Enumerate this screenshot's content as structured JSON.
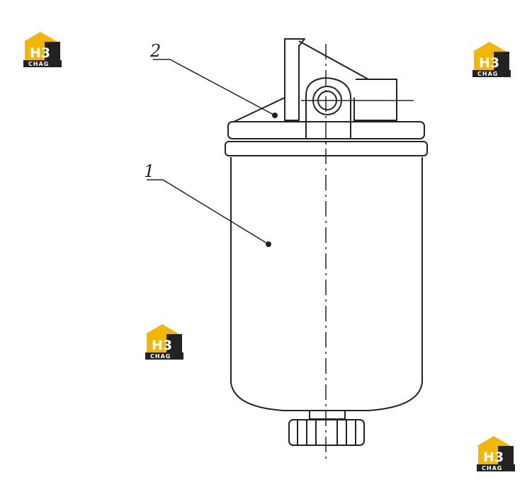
{
  "diagram": {
    "callouts": [
      {
        "number": "2",
        "name": "callout-2"
      },
      {
        "number": "1",
        "name": "callout-1"
      }
    ]
  },
  "watermark": {
    "main": "H3",
    "sub": "CHAG",
    "colors": {
      "roof": "#f2b705",
      "body": "#222222",
      "text": "#ffffff"
    }
  },
  "colors": {
    "line": "#222222",
    "background": "#ffffff"
  }
}
